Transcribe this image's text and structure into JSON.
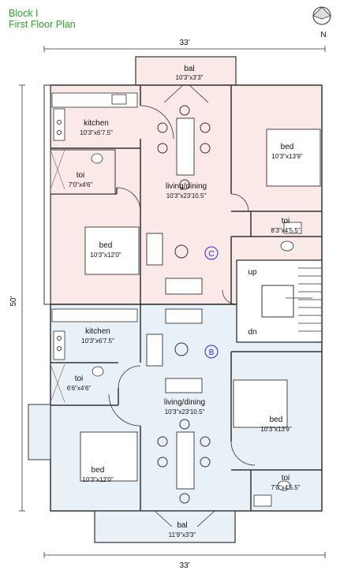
{
  "title": {
    "line1": "Block I",
    "line2": "First Floor Plan"
  },
  "north": "N",
  "dimensions": {
    "top_width": "33'",
    "bottom_width": "33'",
    "height": "50'"
  },
  "units": {
    "C": {
      "label": "C",
      "balcony": {
        "name": "bal",
        "size": "10'3\"x3'3\""
      },
      "kitchen": {
        "name": "kitchen",
        "size": "10'3\"x6'7.5\""
      },
      "toilet_left": {
        "name": "toi",
        "size": "7'0\"x4'6\""
      },
      "living": {
        "name": "living/dining",
        "size": "10'3\"x23'10.5\""
      },
      "bed_right": {
        "name": "bed",
        "size": "10'3\"x13'9\""
      },
      "bed_left": {
        "name": "bed",
        "size": "10'3\"x12'0\""
      },
      "toilet_right": {
        "name": "toi",
        "size": "8'3\"x4'5.5\""
      }
    },
    "B": {
      "label": "B",
      "kitchen": {
        "name": "kitchen",
        "size": "10'3\"x6'7.5\""
      },
      "toilet_left": {
        "name": "toi",
        "size": "6'6\"x4'6\""
      },
      "living": {
        "name": "living/dining",
        "size": "10'3\"x23'10.5\""
      },
      "bed_right": {
        "name": "bed",
        "size": "10'3\"x13'9\""
      },
      "bed_left": {
        "name": "bed",
        "size": "10'3\"x12'0\""
      },
      "toilet_right": {
        "name": "toi",
        "size": "7'0\"x4'5.5\""
      },
      "balcony": {
        "name": "bal",
        "size": "11'9\"x3'3\""
      }
    }
  },
  "stair": {
    "up": "up",
    "down": "dn"
  },
  "colors": {
    "unit_c": "#fbe9e7",
    "unit_b": "#e7f1f7",
    "walls": "#333333",
    "title": "#2fa12f",
    "marker": "#2a2ad6"
  }
}
